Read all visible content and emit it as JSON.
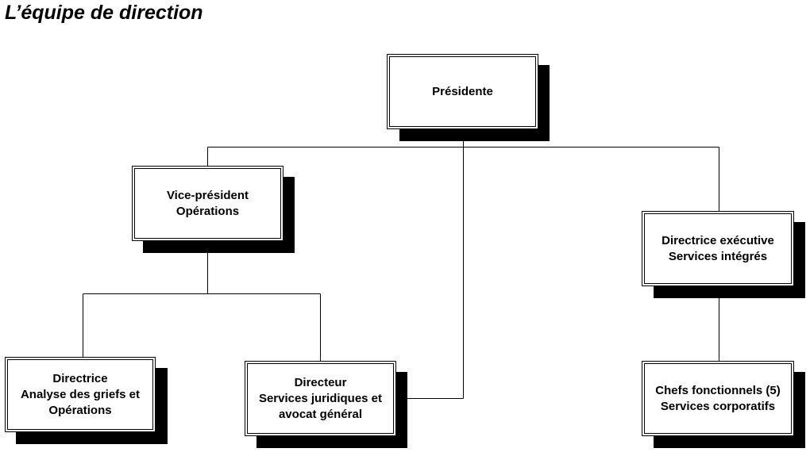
{
  "title": "L’équipe de direction",
  "nodes": {
    "president": {
      "line1": "Présidente"
    },
    "vp_operations": {
      "line1": "Vice-président",
      "line2": "Opérations"
    },
    "exec_director": {
      "line1": "Directrice exécutive",
      "line2": "Services intégrés"
    },
    "director_grievance": {
      "line1": "Directrice",
      "line2": "Analyse des griefs et",
      "line3": "Opérations"
    },
    "director_legal": {
      "line1": "Directeur",
      "line2": "Services juridiques et",
      "line3": "avocat général"
    },
    "functional_heads": {
      "line1": "Chefs fonctionnels (5)",
      "line2": "Services corporatifs"
    }
  }
}
